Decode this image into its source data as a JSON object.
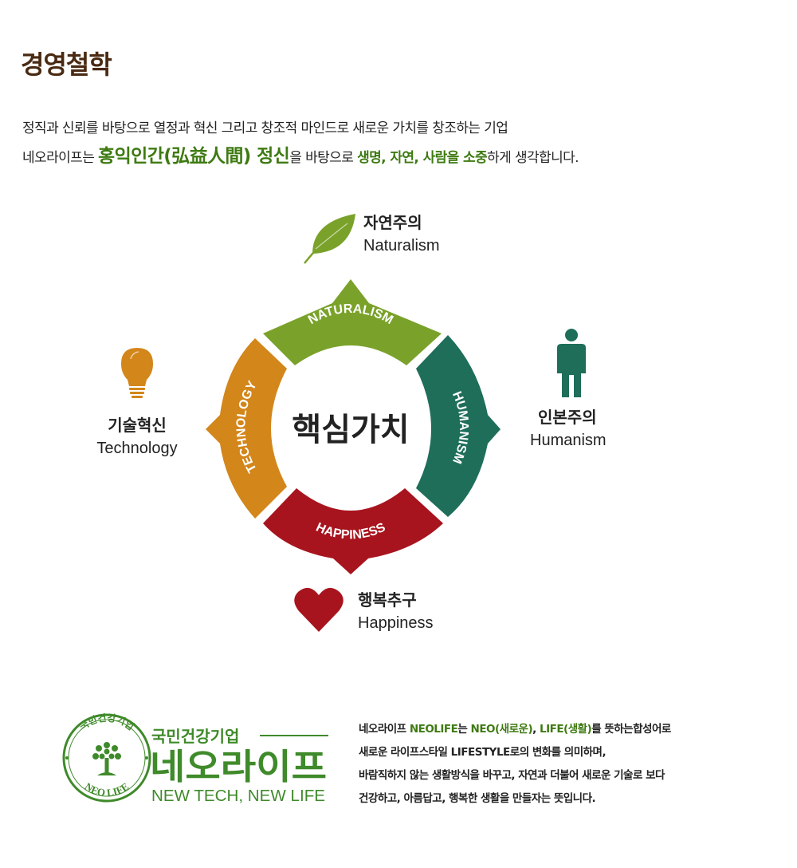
{
  "title": "경영철학",
  "intro": {
    "line1": "정직과 신뢰를 바탕으로 열정과 혁신 그리고 창조적 마인드로 새로운 가치를 창조하는 기업",
    "line2_a": "네오라이프는 ",
    "line2_b": "홍익인간(弘益人間) 정신",
    "line2_c": "을 바탕으로 ",
    "line2_d": "생명, 자연, 사람을 소중",
    "line2_e": "하게 생각합니다."
  },
  "diagram": {
    "center": "핵심가치",
    "segments": {
      "naturalism": "NATURALISM",
      "humanism": "HUMANISM",
      "happiness": "HAPPINESS",
      "technology": "TECHNOLOGY"
    },
    "labels": {
      "nature_ko": "자연주의",
      "nature_en": "Naturalism",
      "human_ko": "인본주의",
      "human_en": "Humanism",
      "happy_ko": "행복추구",
      "happy_en": "Happiness",
      "tech_ko": "기술혁신",
      "tech_en": "Technology"
    },
    "colors": {
      "naturalism": "#7aa22a",
      "humanism": "#1e6e5a",
      "happiness": "#a8141e",
      "technology": "#d3861a"
    },
    "icons": {
      "naturalism": "leaf-icon",
      "humanism": "person-icon",
      "happiness": "heart-icon",
      "technology": "lightbulb-icon"
    }
  },
  "logo": {
    "seal_top": "국민건강기업",
    "seal_bottom": "NEO LIFE",
    "kicker": "국민건강기업",
    "name": "네오라이프",
    "slogan": "NEW TECH, NEW LIFE"
  },
  "description": {
    "l1_a": "네오라이프 ",
    "l1_b": "NEOLIFE",
    "l1_c": "는 ",
    "l1_d": "NEO(새로운)",
    "l1_e": ", ",
    "l1_f": "LIFE(생활)",
    "l1_g": "를 뜻하는합성어로",
    "l2": "새로운 라이프스타일 LIFESTYLE로의 변화를 의미하며,",
    "l3": "바람직하지 않는  생활방식을 바꾸고, 자연과 더불어 새로운 기술로 보다",
    "l4": "건강하고, 아름답고, 행복한 생활을 만들자는 뜻입니다."
  }
}
